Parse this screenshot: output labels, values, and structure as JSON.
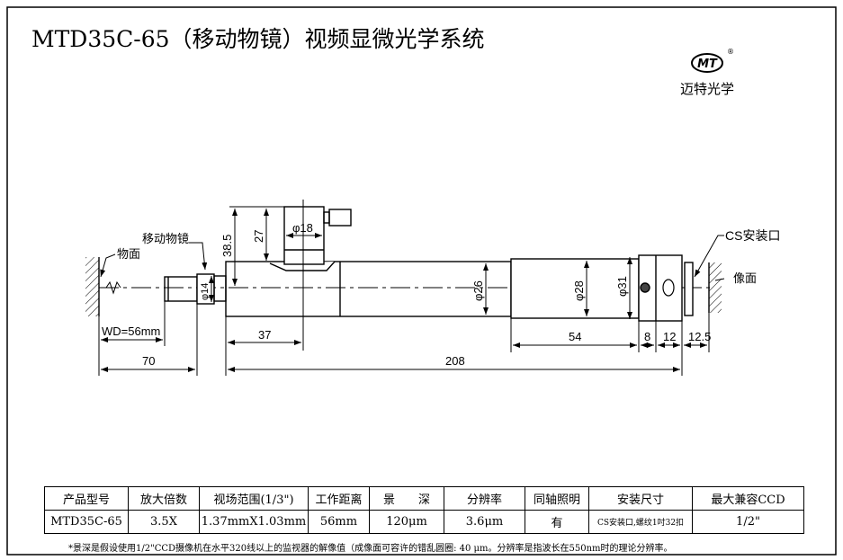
{
  "title": "MTD35C-65（移动物镜）视频显微光学系统",
  "logo": {
    "mark": "MT",
    "registered": "®",
    "name": "迈特光学"
  },
  "drawing": {
    "labels": {
      "object_plane": "物面",
      "moving_objective": "移动物镜",
      "cs_mount": "CS安装口",
      "image_plane": "像面"
    },
    "dimensions": {
      "wd": "WD=56mm",
      "d70": "70",
      "d37": "37",
      "d208": "208",
      "d54": "54",
      "d8": "8",
      "d12": "12",
      "d12_5": "12.5",
      "h38_5": "38.5",
      "h27": "27",
      "phi18": "φ18",
      "phi14": "φ14",
      "phi26": "φ26",
      "phi28": "φ28",
      "phi31": "φ31"
    }
  },
  "spec_table": {
    "headers": [
      "产品型号",
      "放大倍数",
      "视场范围(1/3\")",
      "工作距离",
      "景　　深",
      "分辨率",
      "同轴照明",
      "安装尺寸",
      "最大兼容CCD"
    ],
    "row": [
      "MTD35C-65",
      "3.5X",
      "1.37mmX1.03mm",
      "56mm",
      "120μm",
      "3.6μm",
      "有",
      "CS安装口,螺纹1吋32扣",
      "1/2\""
    ]
  },
  "footnote": "*景深是假设使用1/2\"CCD摄像机在水平320线以上的监视器的解像值（成像面可容许的错乱圆圈: 40 μm。分辨率是指波长在550nm时的理论分辨率。"
}
